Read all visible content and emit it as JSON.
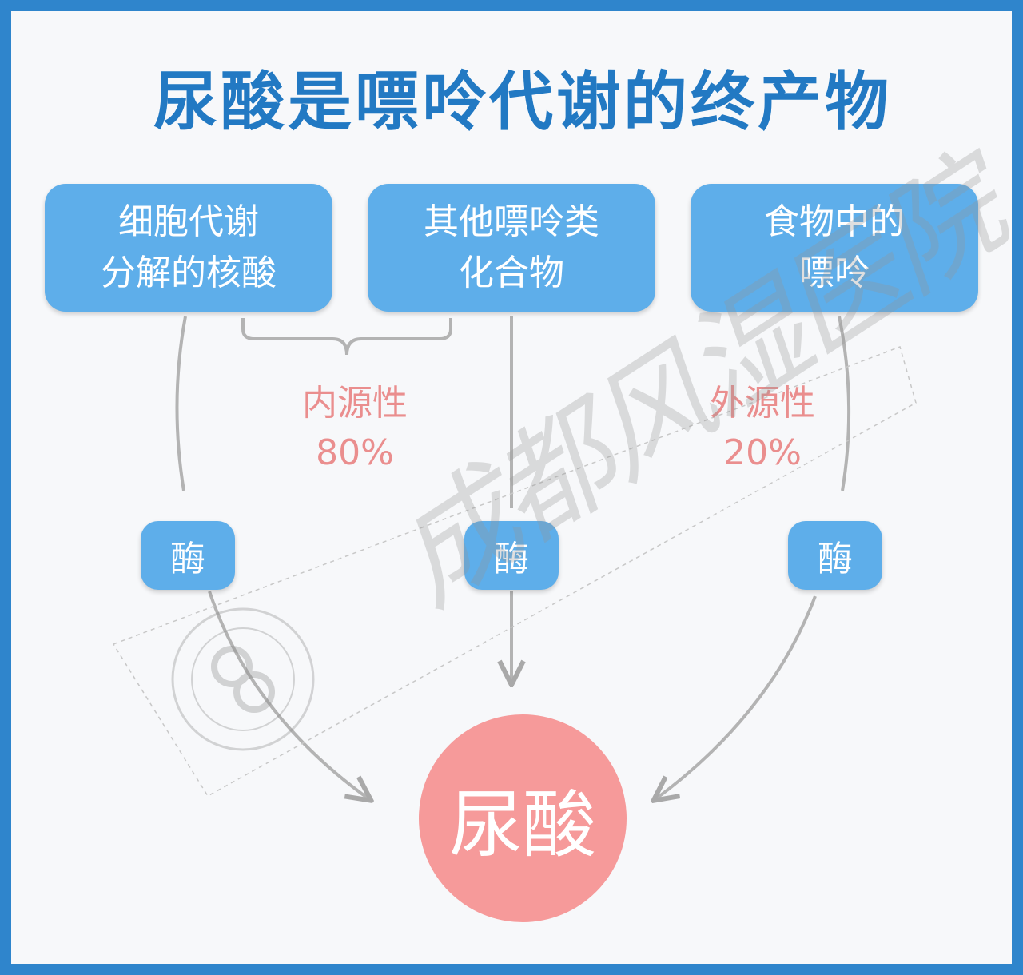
{
  "title": "尿酸是嘌呤代谢的终产物",
  "sources": [
    {
      "line1": "细胞代谢",
      "line2": "分解的核酸"
    },
    {
      "line1": "其他嘌呤类",
      "line2": "化合物"
    },
    {
      "line1": "食物中的",
      "line2": "嘌呤"
    }
  ],
  "endogenous": {
    "label": "内源性",
    "percent": "80%"
  },
  "exogenous": {
    "label": "外源性",
    "percent": "20%"
  },
  "enzyme_label": "酶",
  "product": "尿酸",
  "watermark": "成都风湿医院",
  "colors": {
    "frame": "#2f85cc",
    "title": "#2279c3",
    "box": "#5eaeea",
    "ratio_text": "#ea8e8e",
    "product_circle": "#f69a9a",
    "line": "#a9a9a9"
  }
}
